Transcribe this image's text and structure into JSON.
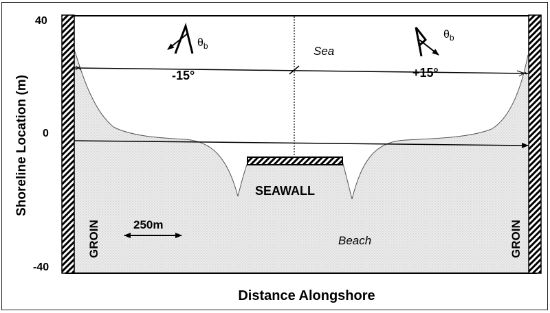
{
  "y_axis": {
    "label": "Shoreline Location (m)",
    "ticks": [
      "40",
      "0",
      "-40"
    ]
  },
  "x_axis": {
    "label": "Distance Alongshore"
  },
  "regions": {
    "sea": "Sea",
    "beach": "Beach"
  },
  "structures": {
    "seawall": "SEAWALL",
    "groin_left": "GROIN",
    "groin_right": "GROIN"
  },
  "scale_bar": {
    "label": "250m"
  },
  "waves": {
    "left_angle": "-15°",
    "right_angle": "+15°",
    "theta_symbol": "θ",
    "theta_subscript": "b"
  },
  "colors": {
    "beach_fill": "#e6e6e6",
    "ink": "#000000"
  }
}
